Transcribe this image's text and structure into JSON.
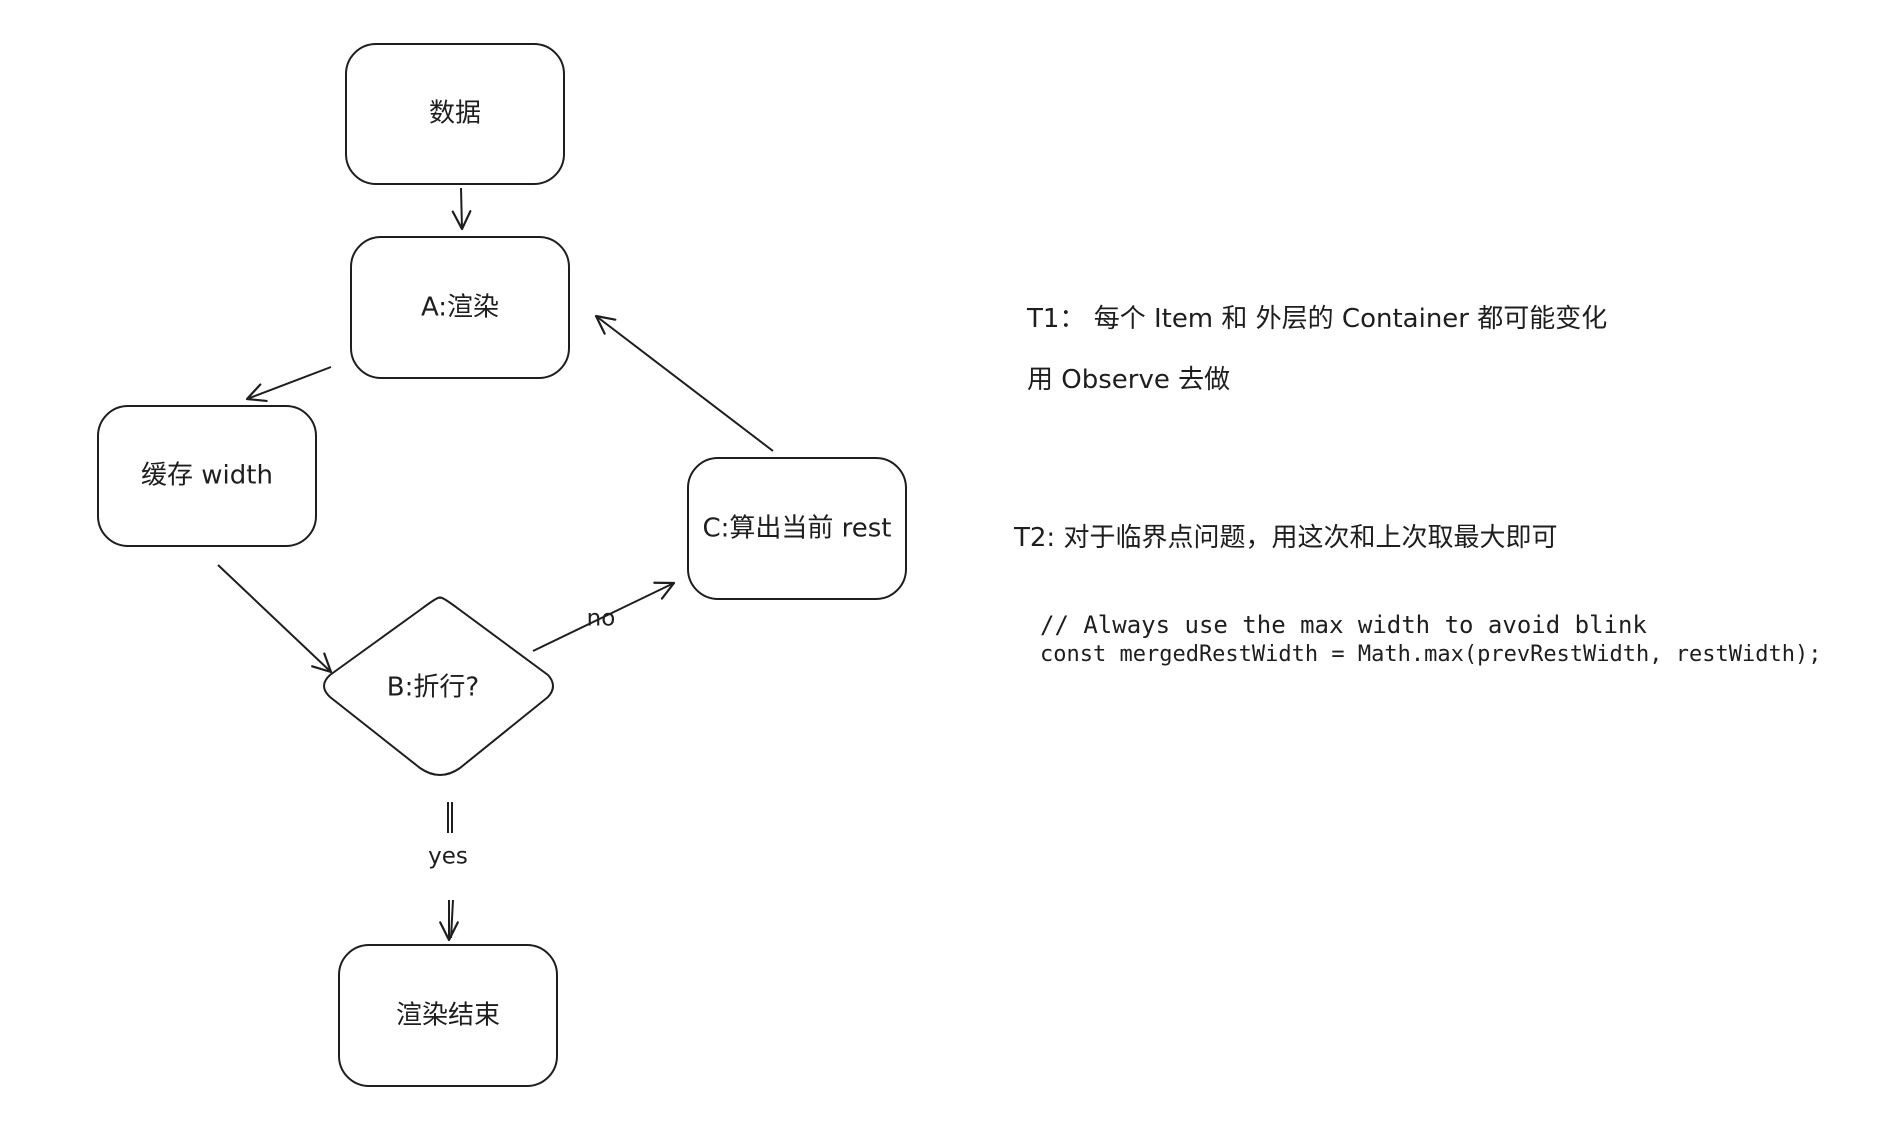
{
  "colors": {
    "stroke": "#1e1e1e",
    "background": "#ffffff"
  },
  "nodes": {
    "data": {
      "label": "数据",
      "shape": "rounded-rectangle"
    },
    "render": {
      "label": "A:渲染",
      "shape": "rounded-rectangle"
    },
    "cache_width": {
      "label": "缓存 width",
      "shape": "rounded-rectangle"
    },
    "wrap_decision": {
      "label": "B:折行?",
      "shape": "diamond"
    },
    "compute_rest": {
      "label": "C:算出当前 rest",
      "shape": "rounded-rectangle"
    },
    "render_end": {
      "label": "渲染结束",
      "shape": "rounded-rectangle"
    }
  },
  "edges": [
    {
      "from": "data",
      "to": "render",
      "label": ""
    },
    {
      "from": "render",
      "to": "cache_width",
      "label": ""
    },
    {
      "from": "cache_width",
      "to": "wrap_decision",
      "label": ""
    },
    {
      "from": "wrap_decision",
      "to": "compute_rest",
      "label": "no"
    },
    {
      "from": "compute_rest",
      "to": "render",
      "label": ""
    },
    {
      "from": "wrap_decision",
      "to": "render_end",
      "label": "yes"
    }
  ],
  "notes": {
    "t1_line1": "T1： 每个 Item 和 外层的 Container 都可能变化",
    "t1_line2": "用 Observe 去做",
    "t2": "T2: 对于临界点问题，用这次和上次取最大即可",
    "code_comment": "// Always use the max width to avoid blink",
    "code_line": "const mergedRestWidth = Math.max(prevRestWidth, restWidth);"
  }
}
